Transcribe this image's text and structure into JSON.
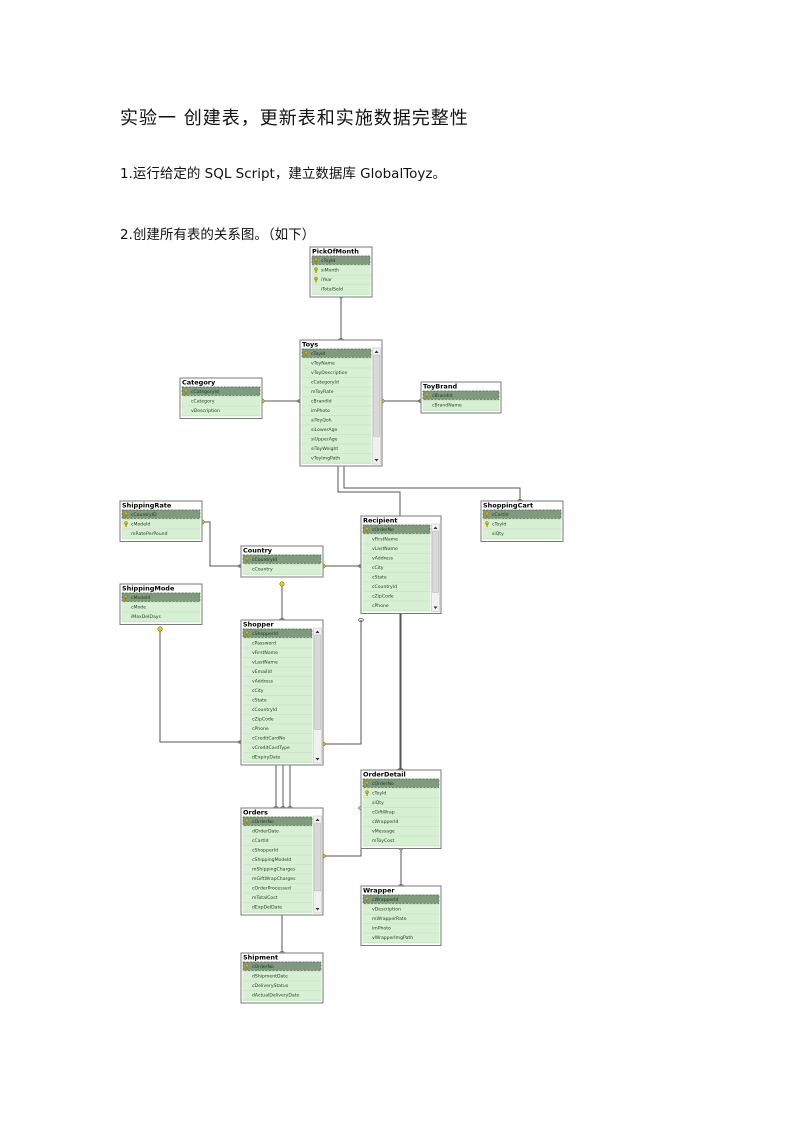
{
  "document": {
    "title": "实验一   创建表，更新表和实施数据完整性",
    "step1": "1.运行给定的 SQL Script，建立数据库 GlobalToyz。",
    "step2": "2.创建所有表的关系图。（如下）"
  },
  "diagram": {
    "tables": [
      {
        "id": "pickofmonth",
        "name": "PickOfMonth",
        "scroll": false,
        "columns": [
          {
            "name": "cToyId",
            "key": true
          },
          {
            "name": "siMonth",
            "key": true
          },
          {
            "name": "iYear",
            "key": true
          },
          {
            "name": "iTotalSold",
            "key": false
          }
        ]
      },
      {
        "id": "toys",
        "name": "Toys",
        "scroll": true,
        "columns": [
          {
            "name": "cToyId",
            "key": true
          },
          {
            "name": "vToyName",
            "key": false
          },
          {
            "name": "vToyDescription",
            "key": false
          },
          {
            "name": "cCategoryId",
            "key": false
          },
          {
            "name": "mToyRate",
            "key": false
          },
          {
            "name": "cBrandId",
            "key": false
          },
          {
            "name": "imPhoto",
            "key": false
          },
          {
            "name": "siToyQoh",
            "key": false
          },
          {
            "name": "siLowerAge",
            "key": false
          },
          {
            "name": "siUpperAge",
            "key": false
          },
          {
            "name": "siToyWeight",
            "key": false
          },
          {
            "name": "vToyImgPath",
            "key": false
          }
        ]
      },
      {
        "id": "category",
        "name": "Category",
        "scroll": false,
        "columns": [
          {
            "name": "cCategoryId",
            "key": true
          },
          {
            "name": "cCategory",
            "key": false
          },
          {
            "name": "vDescription",
            "key": false
          }
        ]
      },
      {
        "id": "toybrand",
        "name": "ToyBrand",
        "scroll": false,
        "columns": [
          {
            "name": "cBrandId",
            "key": true
          },
          {
            "name": "cBrandName",
            "key": false
          }
        ]
      },
      {
        "id": "shippingrate",
        "name": "ShippingRate",
        "scroll": false,
        "columns": [
          {
            "name": "cCountryID",
            "key": true
          },
          {
            "name": "cModeId",
            "key": true
          },
          {
            "name": "mRatePerPound",
            "key": false
          }
        ]
      },
      {
        "id": "country",
        "name": "Country",
        "scroll": false,
        "columns": [
          {
            "name": "cCountryId",
            "key": true
          },
          {
            "name": "cCountry",
            "key": false
          }
        ]
      },
      {
        "id": "recipient",
        "name": "Recipient",
        "scroll": true,
        "columns": [
          {
            "name": "cOrderNo",
            "key": true
          },
          {
            "name": "vFirstName",
            "key": false
          },
          {
            "name": "vLastName",
            "key": false
          },
          {
            "name": "vAddress",
            "key": false
          },
          {
            "name": "cCity",
            "key": false
          },
          {
            "name": "cState",
            "key": false
          },
          {
            "name": "cCountryId",
            "key": false
          },
          {
            "name": "cZipCode",
            "key": false
          },
          {
            "name": "cPhone",
            "key": false
          }
        ]
      },
      {
        "id": "shoppingcart",
        "name": "ShoppingCart",
        "scroll": false,
        "columns": [
          {
            "name": "cCartId",
            "key": true
          },
          {
            "name": "cToyId",
            "key": true
          },
          {
            "name": "siQty",
            "key": false
          }
        ]
      },
      {
        "id": "shippingmode",
        "name": "ShippingMode",
        "scroll": false,
        "columns": [
          {
            "name": "cModeId",
            "key": true
          },
          {
            "name": "cMode",
            "key": false
          },
          {
            "name": "iMaxDelDays",
            "key": false
          }
        ]
      },
      {
        "id": "shopper",
        "name": "Shopper",
        "scroll": true,
        "columns": [
          {
            "name": "cShopperId",
            "key": true
          },
          {
            "name": "cPassword",
            "key": false
          },
          {
            "name": "vFirstName",
            "key": false
          },
          {
            "name": "vLastName",
            "key": false
          },
          {
            "name": "vEmailId",
            "key": false
          },
          {
            "name": "vAddress",
            "key": false
          },
          {
            "name": "cCity",
            "key": false
          },
          {
            "name": "cState",
            "key": false
          },
          {
            "name": "cCountryId",
            "key": false
          },
          {
            "name": "cZipCode",
            "key": false
          },
          {
            "name": "cPhone",
            "key": false
          },
          {
            "name": "cCreditCardNo",
            "key": false
          },
          {
            "name": "vCreditCardType",
            "key": false
          },
          {
            "name": "dExpiryDate",
            "key": false
          }
        ]
      },
      {
        "id": "orderdetail",
        "name": "OrderDetail",
        "scroll": false,
        "columns": [
          {
            "name": "cOrderNo",
            "key": true
          },
          {
            "name": "cToyId",
            "key": true
          },
          {
            "name": "siQty",
            "key": false
          },
          {
            "name": "cGiftWrap",
            "key": false
          },
          {
            "name": "cWrapperId",
            "key": false
          },
          {
            "name": "vMessage",
            "key": false
          },
          {
            "name": "mToyCost",
            "key": false
          }
        ]
      },
      {
        "id": "orders",
        "name": "Orders",
        "scroll": true,
        "columns": [
          {
            "name": "cOrderNo",
            "key": true
          },
          {
            "name": "dOrderDate",
            "key": false
          },
          {
            "name": "cCartId",
            "key": false
          },
          {
            "name": "cShopperId",
            "key": false
          },
          {
            "name": "cShippingModeId",
            "key": false
          },
          {
            "name": "mShippingCharges",
            "key": false
          },
          {
            "name": "mGiftWrapCharges",
            "key": false
          },
          {
            "name": "cOrderProcessed",
            "key": false
          },
          {
            "name": "mTotalCost",
            "key": false
          },
          {
            "name": "dExpDelDate",
            "key": false
          }
        ]
      },
      {
        "id": "wrapper",
        "name": "Wrapper",
        "scroll": false,
        "columns": [
          {
            "name": "cWrapperId",
            "key": true
          },
          {
            "name": "vDescription",
            "key": false
          },
          {
            "name": "mWrapperRate",
            "key": false
          },
          {
            "name": "imPhoto",
            "key": false
          },
          {
            "name": "vWrapperImgPath",
            "key": false
          }
        ]
      },
      {
        "id": "shipment",
        "name": "Shipment",
        "scroll": false,
        "columns": [
          {
            "name": "cOrderNo",
            "key": true
          },
          {
            "name": "dShipmentDate",
            "key": false
          },
          {
            "name": "cDeliveryStatus",
            "key": false
          },
          {
            "name": "dActualDeliveryDate",
            "key": false
          }
        ]
      }
    ]
  }
}
